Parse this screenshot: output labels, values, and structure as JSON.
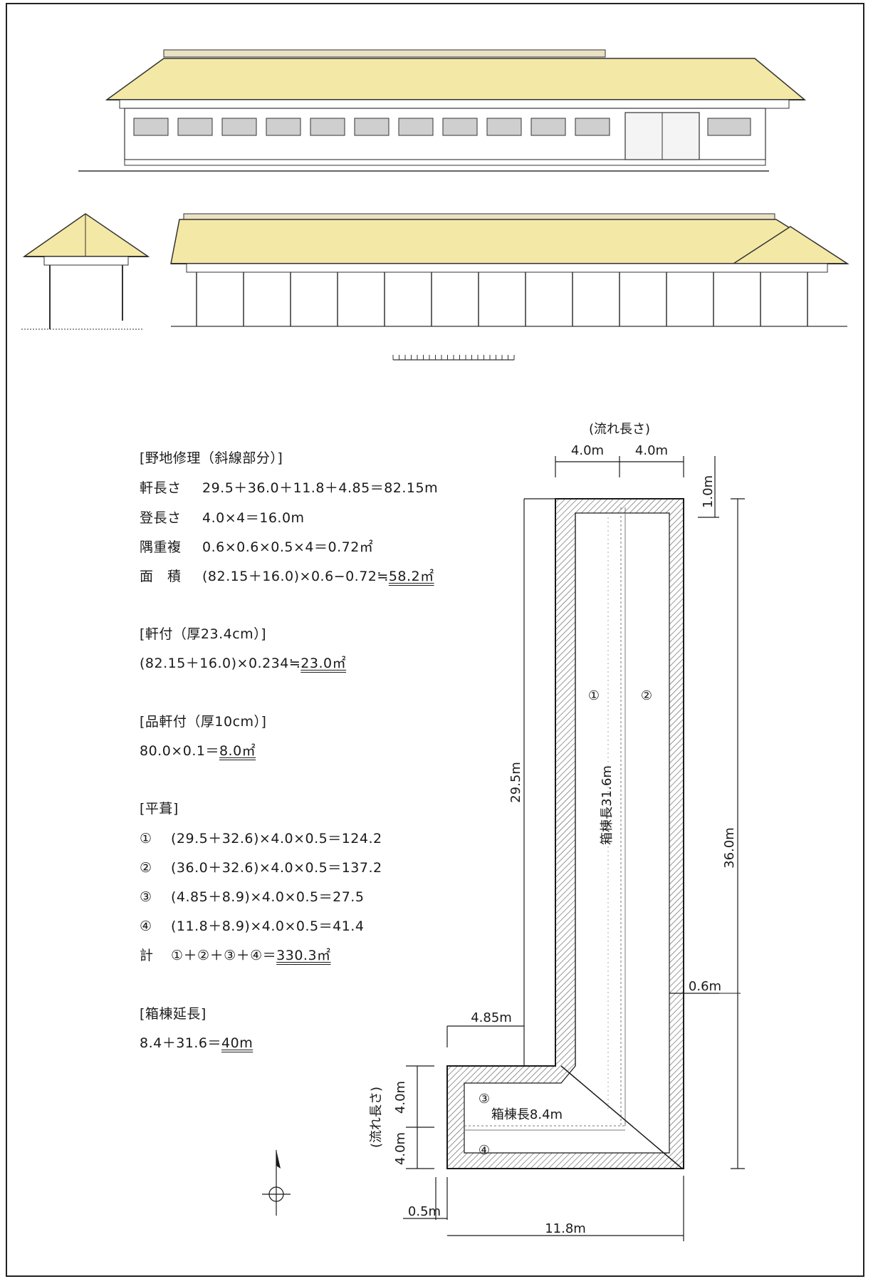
{
  "sections": {
    "noji": {
      "heading": "[野地修理（斜線部分）]",
      "rows": [
        {
          "label": "軒長さ",
          "expr": "29.5＋36.0＋11.8＋4.85＝82.15m",
          "result": ""
        },
        {
          "label": "登長さ",
          "expr": "4.0×4＝16.0m",
          "result": ""
        },
        {
          "label": "隅重複",
          "expr": "0.6×0.6×0.5×4＝0.72㎡",
          "result": ""
        },
        {
          "label": "面　積",
          "expr": "(82.15＋16.0)×0.6−0.72≒",
          "result": "58.2㎡"
        }
      ]
    },
    "nokizuke": {
      "heading": "[軒付（厚23.4cm）]",
      "expr": "(82.15＋16.0)×0.234≒",
      "result": "23.0㎡"
    },
    "shinanokizuke": {
      "heading": "[品軒付（厚10cm）]",
      "expr": "80.0×0.1＝",
      "result": "8.0㎡"
    },
    "hirabuki": {
      "heading": "[平葺]",
      "rows": [
        {
          "label": "①",
          "expr": "(29.5＋32.6)×4.0×0.5＝124.2"
        },
        {
          "label": "②",
          "expr": "(36.0＋32.6)×4.0×0.5＝137.2"
        },
        {
          "label": "③",
          "expr": "(4.85＋8.9)×4.0×0.5＝27.5"
        },
        {
          "label": "④",
          "expr": "(11.8＋8.9)×4.0×0.5＝41.4"
        }
      ],
      "total_label": "計",
      "total_expr": "①＋②＋③＋④＝",
      "total_result": "330.3㎡"
    },
    "hakomune": {
      "heading": "[箱棟延長]",
      "expr": "8.4＋31.6＝",
      "result": "40m"
    }
  },
  "plan": {
    "top_caption": "(流れ長さ)",
    "top_dim_left": "4.0m",
    "top_dim_right": "4.0m",
    "dim_1": "1.0m",
    "dim_29_5": "29.5m",
    "dim_36_0": "36.0m",
    "dim_0_6": "0.6m",
    "dim_4_85": "4.85m",
    "dim_0_5": "0.5m",
    "dim_11_8": "11.8m",
    "left_caption": "(流れ長さ)",
    "left_dim_upper": "4.0m",
    "left_dim_lower": "4.0m",
    "ridge_long": "箱棟長31.6m",
    "ridge_short": "箱棟長8.4m",
    "zone_1": "①",
    "zone_2": "②",
    "zone_3": "③",
    "zone_4": "④"
  },
  "colors": {
    "roof": "#f4e8a6",
    "line": "#1a1a1a"
  }
}
